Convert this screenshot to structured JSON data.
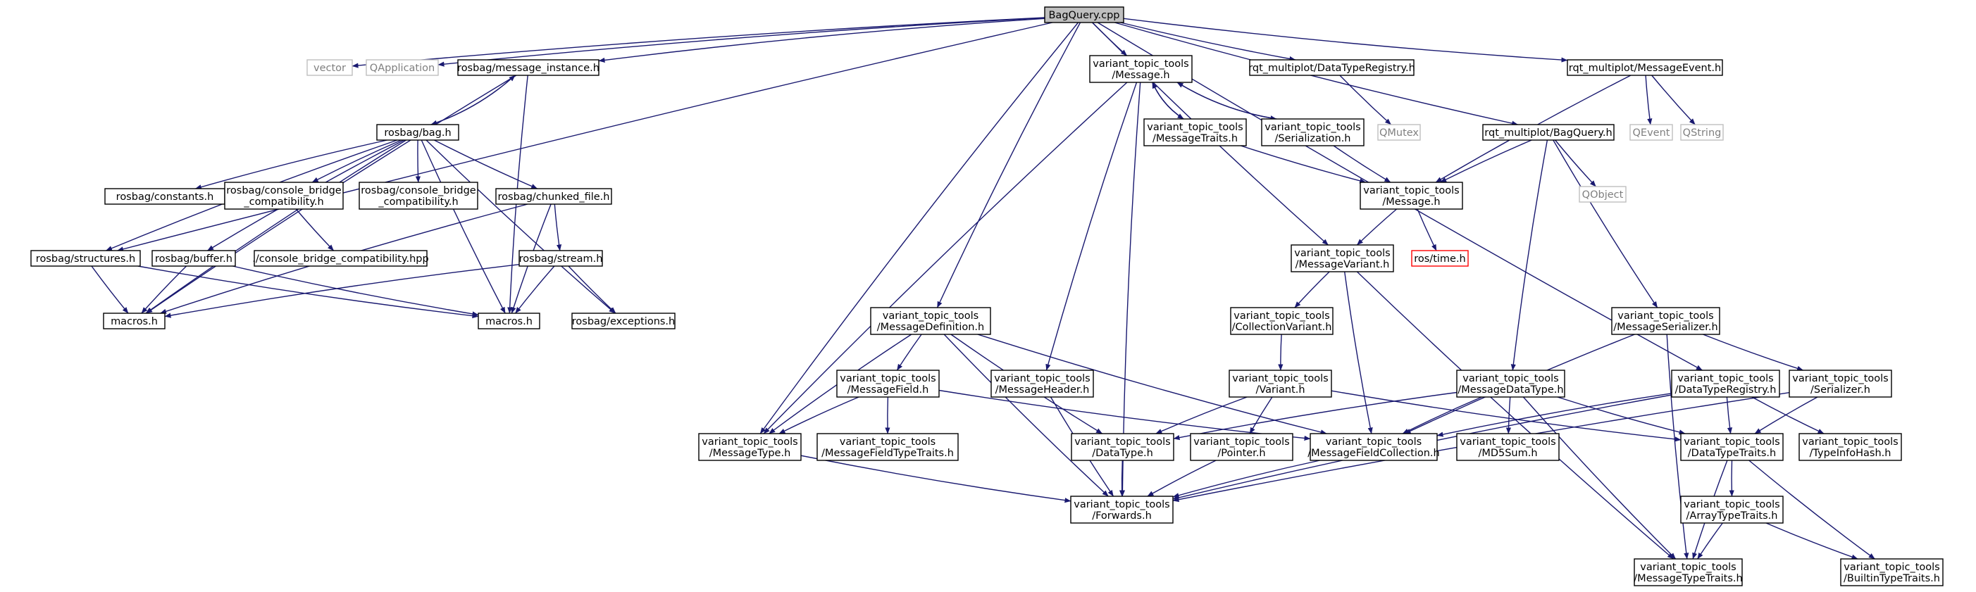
{
  "graph": {
    "colors": {
      "edge": "#191970",
      "border": "#000000",
      "external_border": "#bfbfbf",
      "external_text": "#7f7f7f",
      "unresolved_border": "#ff0000",
      "root_fill": "#bfbfbf",
      "node_fill": "#ffffff",
      "text": "#000000"
    },
    "nodes": [
      {
        "id": "bagquery_cpp",
        "lines": [
          "BagQuery.cpp"
        ],
        "kind": "root"
      },
      {
        "id": "vector",
        "lines": [
          "vector"
        ],
        "kind": "external"
      },
      {
        "id": "qapplication",
        "lines": [
          "QApplication"
        ],
        "kind": "external"
      },
      {
        "id": "message_instance",
        "lines": [
          "rosbag/message_instance.h"
        ],
        "kind": "normal"
      },
      {
        "id": "bag_h",
        "lines": [
          "rosbag/bag.h"
        ],
        "kind": "normal"
      },
      {
        "id": "constants",
        "lines": [
          "rosbag/constants.h"
        ],
        "kind": "normal"
      },
      {
        "id": "cbc_h",
        "lines": [
          "rosbag/console_bridge",
          "_compatibility.h"
        ],
        "kind": "normal"
      },
      {
        "id": "cbc_h2",
        "lines": [
          "rosbag/console_bridge",
          "_compatibility.h"
        ],
        "kind": "normal"
      },
      {
        "id": "chunked_file",
        "lines": [
          "rosbag/chunked_file.h"
        ],
        "kind": "normal"
      },
      {
        "id": "cbc_hpp",
        "lines": [
          "./console_bridge_compatibility.hpp"
        ],
        "kind": "normal"
      },
      {
        "id": "structures",
        "lines": [
          "rosbag/structures.h"
        ],
        "kind": "normal"
      },
      {
        "id": "buffer",
        "lines": [
          "rosbag/buffer.h"
        ],
        "kind": "normal"
      },
      {
        "id": "stream",
        "lines": [
          "rosbag/stream.h"
        ],
        "kind": "normal"
      },
      {
        "id": "macros_a",
        "lines": [
          "macros.h"
        ],
        "kind": "normal"
      },
      {
        "id": "macros_b",
        "lines": [
          "macros.h"
        ],
        "kind": "normal"
      },
      {
        "id": "exceptions",
        "lines": [
          "rosbag/exceptions.h"
        ],
        "kind": "normal"
      },
      {
        "id": "vtt_message_h",
        "lines": [
          "variant_topic_tools",
          "/Message.h"
        ],
        "kind": "normal"
      },
      {
        "id": "rqt_dtr",
        "lines": [
          "rqt_multiplot/DataTypeRegistry.h"
        ],
        "kind": "normal"
      },
      {
        "id": "rqt_me",
        "lines": [
          "rqt_multiplot/MessageEvent.h"
        ],
        "kind": "normal"
      },
      {
        "id": "vtt_msgtraits",
        "lines": [
          "variant_topic_tools",
          "/MessageTraits.h"
        ],
        "kind": "normal"
      },
      {
        "id": "vtt_serialization",
        "lines": [
          "variant_topic_tools",
          "/Serialization.h"
        ],
        "kind": "normal"
      },
      {
        "id": "qmutex",
        "lines": [
          "QMutex"
        ],
        "kind": "external"
      },
      {
        "id": "rqt_bq",
        "lines": [
          "rqt_multiplot/BagQuery.h"
        ],
        "kind": "normal"
      },
      {
        "id": "qevent",
        "lines": [
          "QEvent"
        ],
        "kind": "external"
      },
      {
        "id": "qstring",
        "lines": [
          "QString"
        ],
        "kind": "external"
      },
      {
        "id": "qobject",
        "lines": [
          "QObject"
        ],
        "kind": "external"
      },
      {
        "id": "vtt_message_h2",
        "lines": [
          "variant_topic_tools",
          "/Message.h"
        ],
        "kind": "normal"
      },
      {
        "id": "ros_time",
        "lines": [
          "ros/time.h"
        ],
        "kind": "unresolved"
      },
      {
        "id": "vtt_msgvariant",
        "lines": [
          "variant_topic_tools",
          "/MessageVariant.h"
        ],
        "kind": "normal"
      },
      {
        "id": "vtt_collvariant",
        "lines": [
          "variant_topic_tools",
          "/CollectionVariant.h"
        ],
        "kind": "normal"
      },
      {
        "id": "vtt_msgdef",
        "lines": [
          "variant_topic_tools",
          "/MessageDefinition.h"
        ],
        "kind": "normal"
      },
      {
        "id": "vtt_msgserializer",
        "lines": [
          "variant_topic_tools",
          "/MessageSerializer.h"
        ],
        "kind": "normal"
      },
      {
        "id": "vtt_msgfield",
        "lines": [
          "variant_topic_tools",
          "/MessageField.h"
        ],
        "kind": "normal"
      },
      {
        "id": "vtt_msgheader",
        "lines": [
          "variant_topic_tools",
          "/MessageHeader.h"
        ],
        "kind": "normal"
      },
      {
        "id": "vtt_variant",
        "lines": [
          "variant_topic_tools",
          "/Variant.h"
        ],
        "kind": "normal"
      },
      {
        "id": "vtt_msgdatatype",
        "lines": [
          "variant_topic_tools",
          "/MessageDataType.h"
        ],
        "kind": "normal"
      },
      {
        "id": "vtt_dtr",
        "lines": [
          "variant_topic_tools",
          "/DataTypeRegistry.h"
        ],
        "kind": "normal"
      },
      {
        "id": "vtt_serializer",
        "lines": [
          "variant_topic_tools",
          "/Serializer.h"
        ],
        "kind": "normal"
      },
      {
        "id": "vtt_msgtype",
        "lines": [
          "variant_topic_tools",
          "/MessageType.h"
        ],
        "kind": "normal"
      },
      {
        "id": "vtt_mftt",
        "lines": [
          "variant_topic_tools",
          "/MessageFieldTypeTraits.h"
        ],
        "kind": "normal"
      },
      {
        "id": "vtt_datatype",
        "lines": [
          "variant_topic_tools",
          "/DataType.h"
        ],
        "kind": "normal"
      },
      {
        "id": "vtt_pointer",
        "lines": [
          "variant_topic_tools",
          "/Pointer.h"
        ],
        "kind": "normal"
      },
      {
        "id": "vtt_mfc",
        "lines": [
          "variant_topic_tools",
          "/MessageFieldCollection.h"
        ],
        "kind": "normal"
      },
      {
        "id": "vtt_md5",
        "lines": [
          "variant_topic_tools",
          "/MD5Sum.h"
        ],
        "kind": "normal"
      },
      {
        "id": "vtt_dtt",
        "lines": [
          "variant_topic_tools",
          "/DataTypeTraits.h"
        ],
        "kind": "normal"
      },
      {
        "id": "vtt_tih",
        "lines": [
          "variant_topic_tools",
          "/TypeInfoHash.h"
        ],
        "kind": "normal"
      },
      {
        "id": "vtt_forwards",
        "lines": [
          "variant_topic_tools",
          "/Forwards.h"
        ],
        "kind": "normal"
      },
      {
        "id": "vtt_att",
        "lines": [
          "variant_topic_tools",
          "/ArrayTypeTraits.h"
        ],
        "kind": "normal"
      },
      {
        "id": "vtt_mtt",
        "lines": [
          "variant_topic_tools",
          "/MessageTypeTraits.h"
        ],
        "kind": "normal"
      },
      {
        "id": "vtt_btt",
        "lines": [
          "variant_topic_tools",
          "/BuiltinTypeTraits.h"
        ],
        "kind": "normal"
      }
    ],
    "edges": [
      [
        "bagquery_cpp",
        "vector"
      ],
      [
        "bagquery_cpp",
        "qapplication"
      ],
      [
        "bagquery_cpp",
        "message_instance"
      ],
      [
        "bagquery_cpp",
        "vtt_message_h"
      ],
      [
        "bagquery_cpp",
        "rqt_dtr"
      ],
      [
        "bagquery_cpp",
        "rqt_me"
      ],
      [
        "bagquery_cpp",
        "rqt_bq"
      ],
      [
        "bagquery_cpp",
        "vtt_msgvariant"
      ],
      [
        "bagquery_cpp",
        "vtt_msgdef"
      ],
      [
        "bagquery_cpp",
        "vtt_msgtype"
      ],
      [
        "bagquery_cpp",
        "vtt_dtr"
      ],
      [
        "bagquery_cpp",
        "structures"
      ],
      [
        "message_instance",
        "bag_h"
      ],
      [
        "message_instance",
        "macros_a"
      ],
      [
        "message_instance",
        "macros_b"
      ],
      [
        "bag_h",
        "message_instance"
      ],
      [
        "bag_h",
        "constants"
      ],
      [
        "bag_h",
        "cbc_h"
      ],
      [
        "bag_h",
        "cbc_h2"
      ],
      [
        "bag_h",
        "chunked_file"
      ],
      [
        "bag_h",
        "structures"
      ],
      [
        "bag_h",
        "buffer"
      ],
      [
        "bag_h",
        "macros_a"
      ],
      [
        "bag_h",
        "macros_b"
      ],
      [
        "bag_h",
        "exceptions"
      ],
      [
        "cbc_h",
        "cbc_hpp"
      ],
      [
        "chunked_file",
        "stream"
      ],
      [
        "chunked_file",
        "macros_a"
      ],
      [
        "chunked_file",
        "macros_b"
      ],
      [
        "structures",
        "macros_a"
      ],
      [
        "structures",
        "macros_b"
      ],
      [
        "buffer",
        "macros_a"
      ],
      [
        "buffer",
        "macros_b"
      ],
      [
        "stream",
        "macros_a"
      ],
      [
        "stream",
        "macros_b"
      ],
      [
        "stream",
        "exceptions"
      ],
      [
        "vtt_message_h",
        "vtt_msgtraits"
      ],
      [
        "vtt_message_h",
        "vtt_serialization"
      ],
      [
        "vtt_message_h",
        "vtt_msgheader"
      ],
      [
        "vtt_message_h",
        "vtt_forwards"
      ],
      [
        "vtt_message_h",
        "vtt_msgtype"
      ],
      [
        "vtt_msgtraits",
        "vtt_message_h"
      ],
      [
        "vtt_msgtraits",
        "vtt_message_h2"
      ],
      [
        "vtt_serialization",
        "vtt_message_h"
      ],
      [
        "vtt_serialization",
        "vtt_message_h2"
      ],
      [
        "rqt_dtr",
        "qmutex"
      ],
      [
        "rqt_me",
        "qevent"
      ],
      [
        "rqt_me",
        "qstring"
      ],
      [
        "rqt_me",
        "vtt_message_h2"
      ],
      [
        "rqt_bq",
        "qobject"
      ],
      [
        "rqt_bq",
        "vtt_message_h2"
      ],
      [
        "rqt_bq",
        "vtt_msgdatatype"
      ],
      [
        "rqt_bq",
        "vtt_msgserializer"
      ],
      [
        "vtt_message_h2",
        "ros_time"
      ],
      [
        "vtt_message_h2",
        "vtt_msgvariant"
      ],
      [
        "vtt_msgvariant",
        "vtt_collvariant"
      ],
      [
        "vtt_msgvariant",
        "vtt_mfc"
      ],
      [
        "vtt_msgvariant",
        "vtt_mtt"
      ],
      [
        "vtt_collvariant",
        "vtt_variant"
      ],
      [
        "vtt_variant",
        "vtt_datatype"
      ],
      [
        "vtt_variant",
        "vtt_pointer"
      ],
      [
        "vtt_variant",
        "vtt_dtt"
      ],
      [
        "vtt_msgdef",
        "vtt_msgfield"
      ],
      [
        "vtt_msgdef",
        "vtt_msgtype"
      ],
      [
        "vtt_msgdef",
        "vtt_datatype"
      ],
      [
        "vtt_msgdef",
        "vtt_mfc"
      ],
      [
        "vtt_msgdef",
        "vtt_forwards"
      ],
      [
        "vtt_msgfield",
        "vtt_mftt"
      ],
      [
        "vtt_msgfield",
        "vtt_msgtype"
      ],
      [
        "vtt_msgfield",
        "vtt_mfc"
      ],
      [
        "vtt_msgheader",
        "vtt_forwards"
      ],
      [
        "vtt_msgdatatype",
        "vtt_datatype"
      ],
      [
        "vtt_msgdatatype",
        "vtt_mfc"
      ],
      [
        "vtt_msgdatatype",
        "vtt_md5"
      ],
      [
        "vtt_msgdatatype",
        "vtt_dtt"
      ],
      [
        "vtt_msgdatatype",
        "vtt_mtt"
      ],
      [
        "vtt_msgserializer",
        "vtt_serializer"
      ],
      [
        "vtt_msgserializer",
        "vtt_mfc"
      ],
      [
        "vtt_msgserializer",
        "vtt_mtt"
      ],
      [
        "vtt_dtr",
        "vtt_dtt"
      ],
      [
        "vtt_dtr",
        "vtt_tih"
      ],
      [
        "vtt_dtr",
        "vtt_mfc"
      ],
      [
        "vtt_dtr",
        "vtt_forwards"
      ],
      [
        "vtt_serializer",
        "vtt_dtt"
      ],
      [
        "vtt_serializer",
        "vtt_forwards"
      ],
      [
        "vtt_msgtype",
        "vtt_forwards"
      ],
      [
        "vtt_datatype",
        "vtt_forwards"
      ],
      [
        "vtt_pointer",
        "vtt_forwards"
      ],
      [
        "vtt_mfc",
        "vtt_forwards"
      ],
      [
        "vtt_dtt",
        "vtt_att"
      ],
      [
        "vtt_dtt",
        "vtt_mtt"
      ],
      [
        "vtt_dtt",
        "vtt_btt"
      ],
      [
        "vtt_att",
        "vtt_mtt"
      ],
      [
        "vtt_att",
        "vtt_btt"
      ]
    ]
  }
}
